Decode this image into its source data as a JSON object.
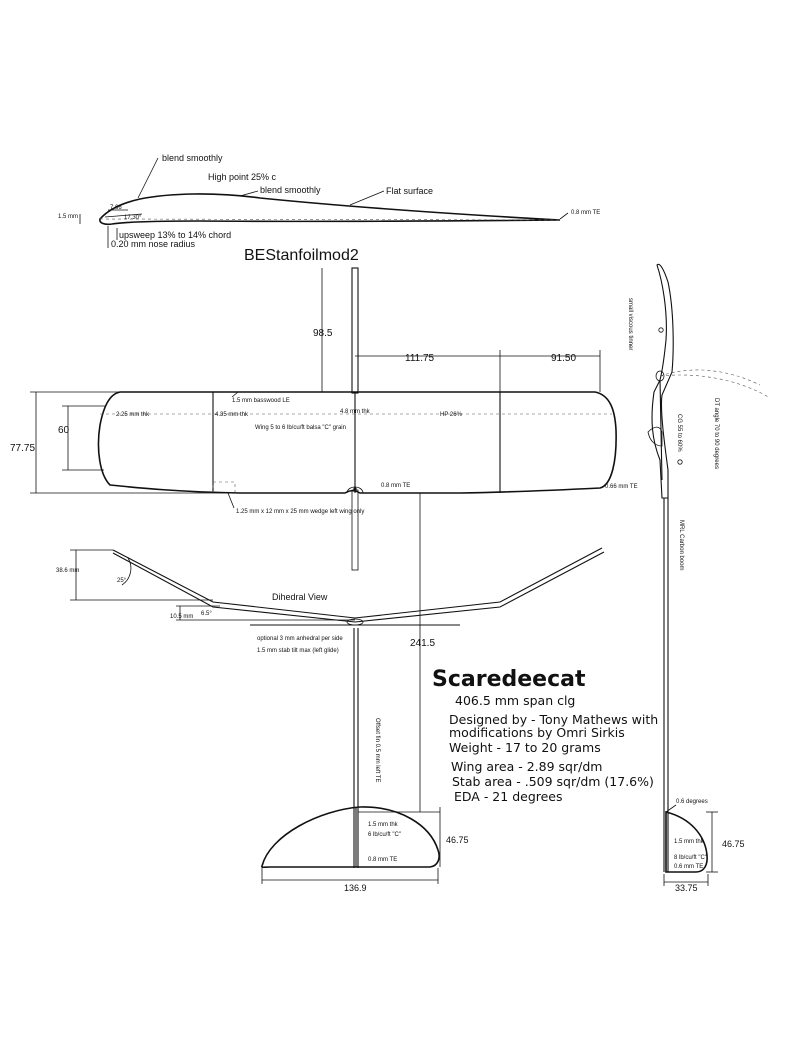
{
  "airfoil": {
    "name": "BEStanfoilmod2",
    "blend_upper": "blend smoothly",
    "high_point": "High point 25% c",
    "blend_mid": "blend smoothly",
    "flat": "Flat surface",
    "te": "0.8 mm TE",
    "le_thk": "1.5 mm",
    "angle1": "7.66",
    "angle2": "17.30°",
    "upsweep": "upsweep 13% to 14% chord",
    "nose": "0.20 mm nose radius"
  },
  "top_view": {
    "dim_fuse_nose": "98.5",
    "dim_inner": "111.75",
    "dim_outer": "91.50",
    "dim_root_chord": "77.75",
    "dim_tip_chord": "60",
    "le_note": "1.5 mm basswood LE",
    "thk_tip": "2.25 mm thk",
    "thk_mid": "4.35 mm thk",
    "thk_root": "4.8 mm thk",
    "hp": "HP 26%",
    "balsa": "Wing 5 to 6 lb/cu/ft balsa \"C\" grain",
    "te": "0.8 mm TE",
    "te_right": "0.66 mm TE",
    "wedge": "1.25 mm x 12 mm x 25 mm wedge left wing only"
  },
  "dihedral": {
    "label": "Dihedral View",
    "tip_height": "38.6 mm",
    "tip_angle": "25°",
    "inner_height": "10.5 mm",
    "inner_angle": "6.5°",
    "anhedral": "optional 3 mm anhedral per side",
    "stab_tilt": "1.5 mm stab tilt max (left glide)",
    "boom_len": "241.5"
  },
  "boom": {
    "note": "Offset fin 0.5 mm left TE"
  },
  "stab": {
    "thk": "1.5 mm thk",
    "balsa": "6 lb/cu/ft \"C\"",
    "te": "0.8 mm TE",
    "span": "136.9",
    "chord": "46.75"
  },
  "side_view": {
    "vinyl": "small viscous tinner",
    "dt": "DT angle 70 to 90 degrees",
    "cg": "CG 55 to 60%",
    "boom": "MRL Carbon boom",
    "fin_angle": "0.6 degrees",
    "fin_thk": "1.5 mm thk",
    "fin_balsa": "8 lb/cu/ft \"C\"",
    "fin_te": "0.6 mm TE",
    "fin_height": "46.75",
    "fin_chord": "33.75"
  },
  "specs": {
    "title": "Scaredeecat",
    "span": "406.5 mm span clg",
    "designed": "Designed by - Tony Mathews with",
    "mods": "modifications by Omri Sirkis",
    "weight": "Weight - 17 to 20 grams",
    "wing_area": "Wing area - 2.89 sqr/dm",
    "stab_area": "Stab area - .509 sqr/dm (17.6%)",
    "eda": "EDA - 21 degrees"
  }
}
